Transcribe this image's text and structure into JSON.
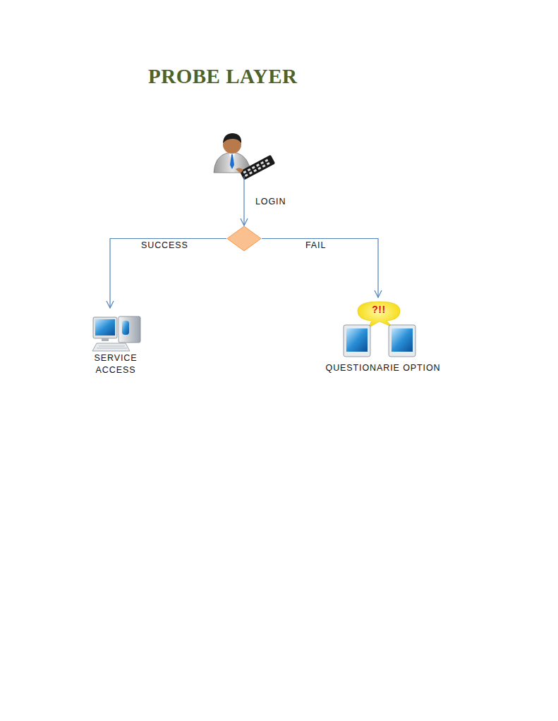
{
  "diagram": {
    "title": "PROBE LAYER",
    "nodes": [
      {
        "text": []
      },
      {
        "text": []
      },
      {
        "text": [
          "SERVICE ACCESS"
        ]
      },
      {
        "text": [
          "?!!",
          "QUESTIONARIE OPTION"
        ]
      }
    ],
    "edges": [
      {
        "from": 0,
        "to": 1,
        "label": "LOGIN",
        "arrow": "to"
      },
      {
        "from": 1,
        "to": 2,
        "label": "SUCCESS",
        "arrow": "to"
      },
      {
        "from": 1,
        "to": 3,
        "label": "FAIL",
        "arrow": "to"
      }
    ]
  }
}
